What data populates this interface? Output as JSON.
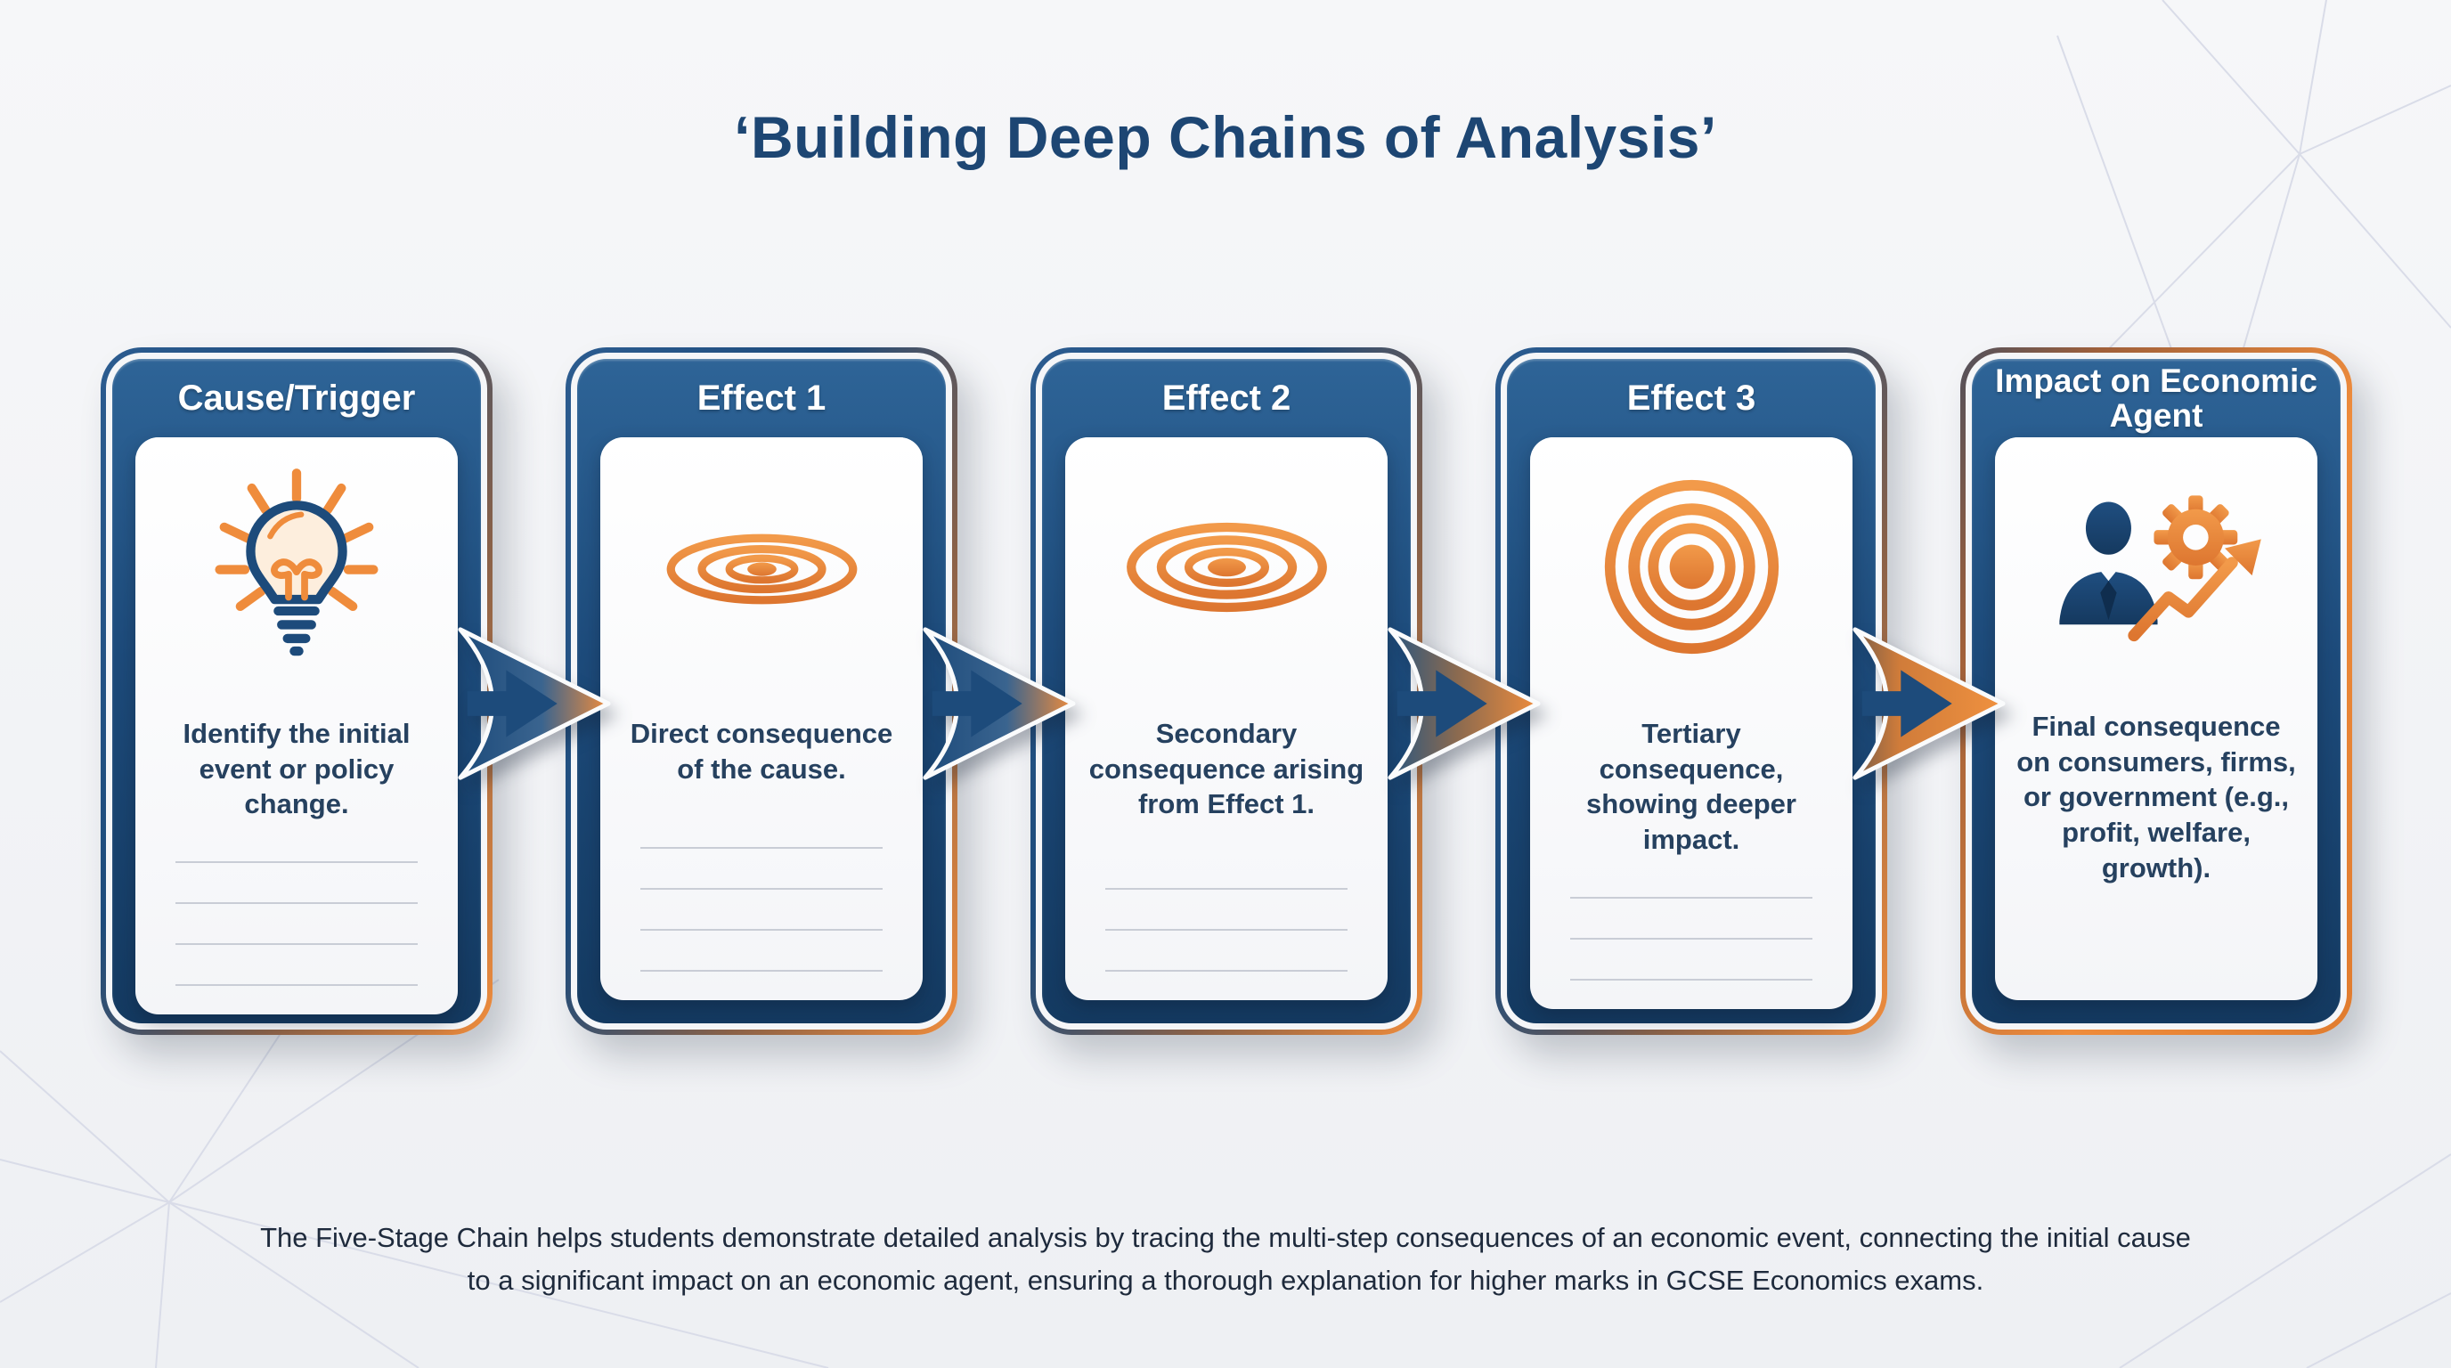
{
  "title": "‘Building Deep Chains of Analysis’",
  "caption": "The Five-Stage Chain helps students demonstrate detailed analysis by tracing the multi-step consequences of an economic event, connecting the initial cause to a significant impact on an economic agent, ensuring a thorough explanation for higher marks in GCSE Economics exams.",
  "colors": {
    "navy_frame": "#1d4b7b",
    "navy_dark": "#14375c",
    "orange_accent": "#ef8c3c",
    "title_text": "#1d4673",
    "body_text": "#26415f",
    "header_text": "#ffffff",
    "note_line": "#c9cdd6",
    "background": "#f3f4f6"
  },
  "cards": [
    {
      "title": "Cause/Trigger",
      "body": "Identify the initial event or policy change.",
      "icon": "lightbulb-icon",
      "note_lines": 4
    },
    {
      "title": "Effect 1",
      "body": "Direct consequence of the cause.",
      "icon": "ripple-small-icon",
      "note_lines": 4
    },
    {
      "title": "Effect 2",
      "body": "Secondary consequence arising from Effect 1.",
      "icon": "ripple-large-icon",
      "note_lines": 3
    },
    {
      "title": "Effect 3",
      "body": "Tertiary consequence, showing deeper impact.",
      "icon": "target-icon",
      "note_lines": 3
    },
    {
      "title": "Impact on Economic Agent",
      "body": "Final consequence on consumers, firms, or government (e.g., profit, welfare, growth).",
      "icon": "economic-agent-icon",
      "note_lines": 0
    }
  ]
}
